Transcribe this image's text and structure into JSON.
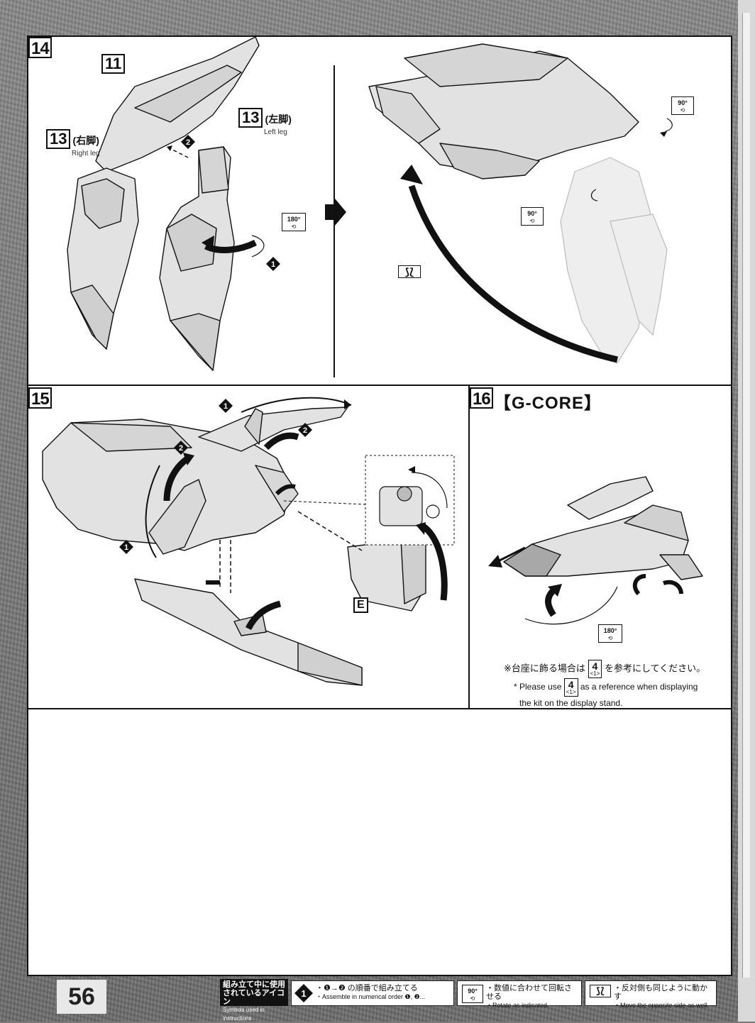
{
  "page_number": "56",
  "step14": {
    "number": "14",
    "part_11": "11",
    "part_13_right": "13",
    "right_leg_jp": "(右脚)",
    "right_leg_en": "Right leg",
    "part_13_left": "13",
    "left_leg_jp": "(左脚)",
    "left_leg_en": "Left leg",
    "rotate_180": "180°",
    "rotate_90_a": "90°",
    "rotate_90_b": "90°",
    "step_1": "1",
    "step_2": "2"
  },
  "step15": {
    "number": "15",
    "part_e": "E",
    "step_1a": "1",
    "step_1b": "1",
    "step_2a": "2",
    "step_2b": "2"
  },
  "step16": {
    "number": "16",
    "title": "【G-CORE】",
    "rotate_180": "180°",
    "note_jp_before": "※台座に飾る場合は",
    "note_jp_after": "を参考にしてください。",
    "note_ref_num": "4",
    "note_ref_sub": "<1>",
    "note_en_before": "* Please use",
    "note_en_after": "as a reference when displaying",
    "note_en_line2": "the kit on the display stand."
  },
  "legend": {
    "head_jp_1": "組み立て中に使用",
    "head_jp_2": "されているアイコン",
    "head_en": "Symbols used in instructions",
    "order_icon": "1",
    "order_jp": "・❶→❷ の順番で組み立てる",
    "order_en": "・Assemble in numerical order ❶, ❷...",
    "rotate_icon": "90°",
    "rotate_jp": "・数値に合わせて回転させる",
    "rotate_en": "・Rotate as indicated.",
    "mirror_jp": "・反対側も同じように動かす",
    "mirror_en": "・Move the opposite side as well."
  },
  "colors": {
    "ink": "#111111",
    "part_gray": "#e2e2e2",
    "part_shade": "#c8c8c8",
    "background": "#7a7a7a"
  }
}
